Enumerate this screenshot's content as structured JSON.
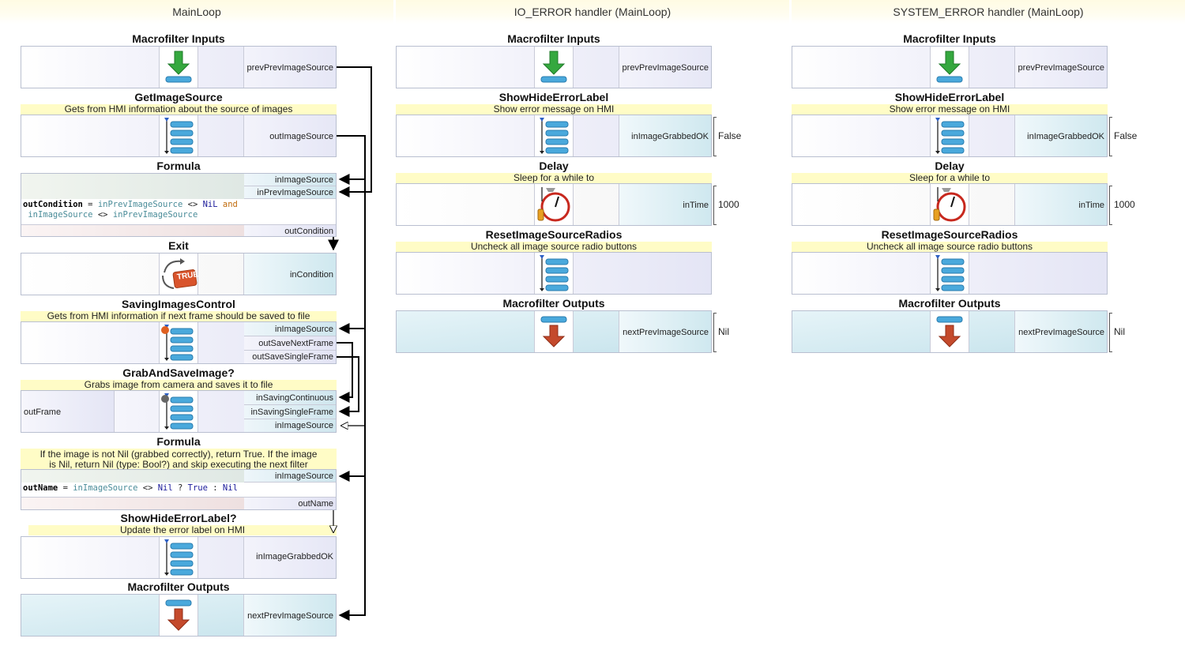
{
  "columns": [
    {
      "title": "MainLoop"
    },
    {
      "title": "IO_ERROR handler (MainLoop)"
    },
    {
      "title": "SYSTEM_ERROR handler (MainLoop)"
    }
  ],
  "main": {
    "macro_inputs": {
      "title": "Macrofilter Inputs",
      "port": "prevPrevImageSource"
    },
    "get_image_source": {
      "title": "GetImageSource",
      "desc": "Gets from HMI information about the source of images",
      "port": "outImageSource"
    },
    "formula1": {
      "title": "Formula",
      "in1": "inImageSource",
      "in2": "inPrevImageSource",
      "out": "outCondition",
      "code1_k": "outCondition",
      "code1_a": " = ",
      "code1_v": "inPrevImageSource",
      "code1_b": " <> ",
      "code1_c": "NiL",
      "code1_o": " and",
      "code2_v1": " inImageSource",
      "code2_b": " <> ",
      "code2_v2": "inPrevImageSource"
    },
    "exit": {
      "title": "Exit",
      "port": "inCondition",
      "badge": "TRUE"
    },
    "saving": {
      "title": "SavingImagesControl",
      "desc": "Gets from HMI information if next frame should be saved to file",
      "in": "inImageSource",
      "out1": "outSaveNextFrame",
      "out2": "outSaveSingleFrame"
    },
    "grab": {
      "title": "GrabAndSaveImage?",
      "desc": "Grabs image from camera and saves it to file",
      "left": "outFrame",
      "in1": "inSavingContinuous",
      "in2": "inSavingSingleFrame",
      "in3": "inImageSource"
    },
    "formula2": {
      "title": "Formula",
      "desc_line1": "If the image is not Nil (grabbed correctly), return True. If the image",
      "desc_line2": "is Nil, return Nil (type: Bool?) and skip executing the next filter",
      "in": "inImageSource",
      "out": "outName",
      "code_k": "outName",
      "code_a": " = ",
      "code_v": "inImageSource",
      "code_b": " <> ",
      "code_c1": "Nil",
      "code_q": " ? ",
      "code_c2": "True",
      "code_colon": " : ",
      "code_c3": "Nil"
    },
    "show_hide": {
      "title": "ShowHideErrorLabel?",
      "desc": "Update the error label on HMI",
      "port": "inImageGrabbedOK"
    },
    "macro_outputs": {
      "title": "Macrofilter Outputs",
      "port": "nextPrevImageSource"
    }
  },
  "handlers": [
    {
      "macro_inputs": {
        "title": "Macrofilter Inputs",
        "port": "prevPrevImageSource"
      },
      "show_error": {
        "title": "ShowHideErrorLabel",
        "desc": "Show error message on HMI",
        "port": "inImageGrabbedOK",
        "value": "False"
      },
      "delay": {
        "title": "Delay",
        "desc": "Sleep for a while to",
        "port": "inTime",
        "value": "1000"
      },
      "reset": {
        "title": "ResetImageSourceRadios",
        "desc": "Uncheck all image source radio buttons"
      },
      "macro_outputs": {
        "title": "Macrofilter Outputs",
        "port": "nextPrevImageSource",
        "value": "Nil"
      }
    },
    {
      "macro_inputs": {
        "title": "Macrofilter Inputs",
        "port": "prevPrevImageSource"
      },
      "show_error": {
        "title": "ShowHideErrorLabel",
        "desc": "Show error message on HMI",
        "port": "inImageGrabbedOK",
        "value": "False"
      },
      "delay": {
        "title": "Delay",
        "desc": "Sleep for a while to",
        "port": "inTime",
        "value": "1000"
      },
      "reset": {
        "title": "ResetImageSourceRadios",
        "desc": "Uncheck all image source radio buttons"
      },
      "macro_outputs": {
        "title": "Macrofilter Outputs",
        "port": "nextPrevImageSource",
        "value": "Nil"
      }
    }
  ],
  "icons": {
    "input": "green-down-arrow-icon",
    "output": "red-down-arrow-icon",
    "task": "task-list-icon",
    "delay": "stopwatch-icon",
    "exit": "exit-true-icon"
  },
  "colors": {
    "accent": "#3ba3d8",
    "input_arrow": "#2e9a3a",
    "output_arrow": "#c4482a",
    "desc_bg": "#fffcc6"
  }
}
